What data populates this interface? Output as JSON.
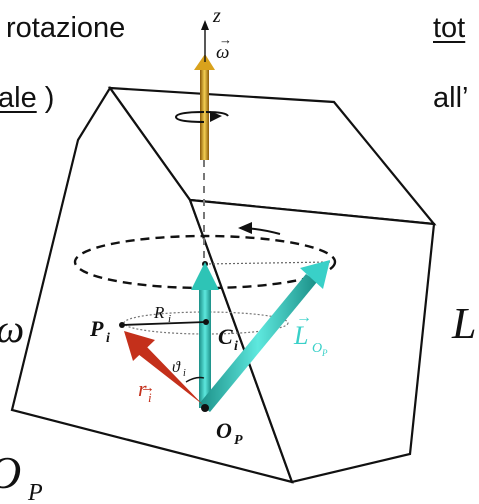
{
  "header": {
    "left_line1": "rotazione",
    "left_line2_underlined": "ale",
    "left_line2_tail": " )",
    "right_line1_underlined": "tot",
    "right_line2": "all’"
  },
  "axis": {
    "z_label": "z",
    "omega_label": "ω"
  },
  "points": {
    "P_i": "P",
    "P_i_sub": "i",
    "C_i": "C",
    "C_i_sub": "i",
    "O_P": "O",
    "O_P_sub": "P"
  },
  "vectors": {
    "r": "r",
    "r_sub": "i",
    "L": "L",
    "L_sub": "O",
    "L_subsub": "P",
    "R": "R",
    "R_sub": "i",
    "theta": "ϑ",
    "theta_sub": "i"
  },
  "edge_text": {
    "left_omega": "ω",
    "right_L": "L",
    "bottom_O": "O",
    "bottom_O_sub": "P"
  },
  "colors": {
    "axis_arrow": "#d9a21c",
    "r_vector": "#c4301b",
    "L_vector": "#39d0c8",
    "cyan_vertical": "#2ec4b6",
    "box_edge": "#111111"
  }
}
